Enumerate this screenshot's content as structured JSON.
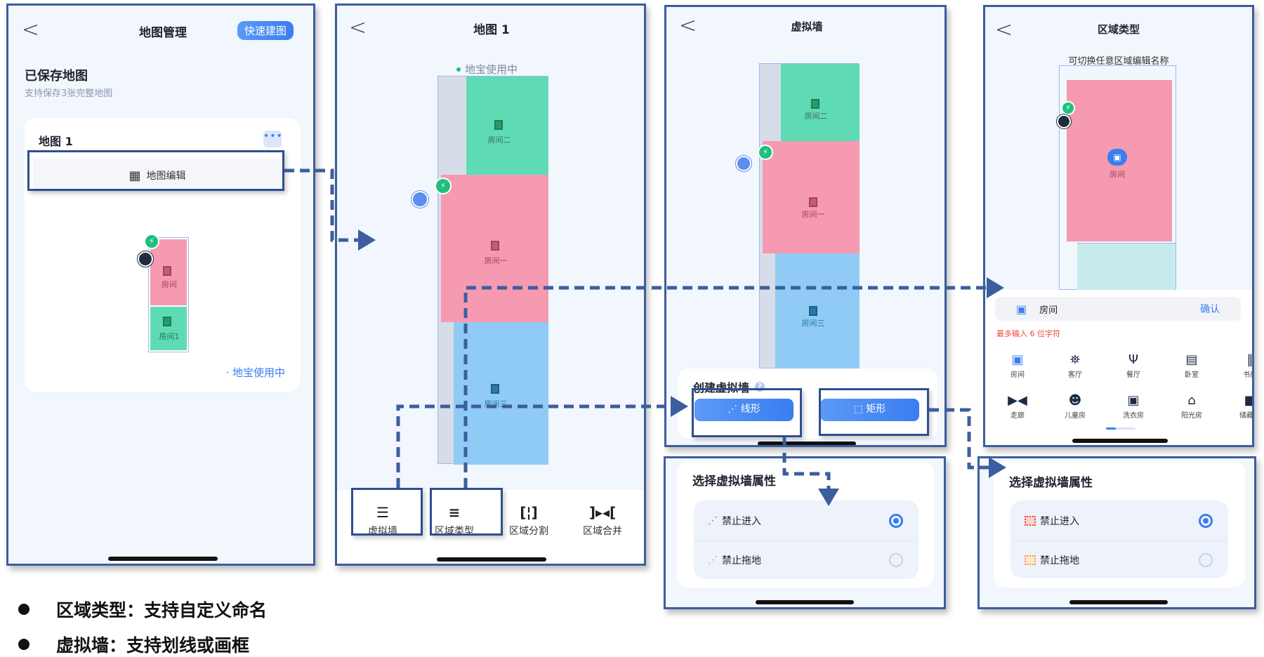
{
  "panel1": {
    "title": "地图管理",
    "quick_build": "快速建图",
    "section_title": "已保存地图",
    "section_subtitle": "支持保存3张完整地图",
    "card_title": "地图 1",
    "more": "•••",
    "edit_button": "地图编辑",
    "rooms": [
      "房间",
      "房间1"
    ],
    "status": "· 地宝使用中"
  },
  "panel2": {
    "title": "地图 1",
    "status": "地宝使用中",
    "rooms": [
      "房间二",
      "房间一",
      "房间三"
    ],
    "toolbar": [
      {
        "icon": "virtual-wall",
        "label": "虚拟墙"
      },
      {
        "icon": "list",
        "label": "区域类型"
      },
      {
        "icon": "split",
        "label": "区域分割"
      },
      {
        "icon": "merge",
        "label": "区域合并"
      }
    ]
  },
  "panel3": {
    "title": "虚拟墙",
    "rooms": [
      "房间二",
      "房间一",
      "房间三"
    ],
    "create_title": "创建虚拟墙",
    "line_button": "线形",
    "rect_button": "矩形"
  },
  "panel3b": {
    "title": "选择虚拟墙属性",
    "options": [
      {
        "label": "禁止进入",
        "selected": true,
        "color": "#f0433a"
      },
      {
        "label": "禁止拖地",
        "selected": false,
        "color": "#f5a13a"
      }
    ]
  },
  "panel4": {
    "title": "区域类型",
    "hint": "可切换任意区域编辑名称",
    "room_label": "房间",
    "input_value": "房间",
    "confirm": "确认",
    "limit_warning": "最多输入 6 位字符",
    "types": [
      {
        "icon": "door",
        "label": "房间"
      },
      {
        "icon": "sofa",
        "label": "客厅"
      },
      {
        "icon": "cutlery",
        "label": "餐厅"
      },
      {
        "icon": "bed",
        "label": "卧室"
      },
      {
        "icon": "books",
        "label": "书房"
      },
      {
        "icon": "corridor",
        "label": "走廊"
      },
      {
        "icon": "baby",
        "label": "儿童房"
      },
      {
        "icon": "washer",
        "label": "洗衣房"
      },
      {
        "icon": "sunroom",
        "label": "阳光房"
      },
      {
        "icon": "storage",
        "label": "储藏室"
      }
    ]
  },
  "panel4b": {
    "title": "选择虚拟墙属性",
    "options": [
      {
        "label": "禁止进入",
        "selected": true,
        "color": "#f0433a"
      },
      {
        "label": "禁止拖地",
        "selected": false,
        "color": "#f5a13a"
      }
    ]
  },
  "bullets": [
    "区域类型：支持自定义命名",
    "虚拟墙：支持划线或画框"
  ],
  "colors": {
    "accent": "#3a7df0",
    "frame": "#3c5e9e",
    "room_green": "#5edbb5",
    "room_pink": "#f59ab0",
    "room_blue": "#8fcbf5",
    "room_teal": "#c7ebec",
    "warning": "#f0433a"
  }
}
